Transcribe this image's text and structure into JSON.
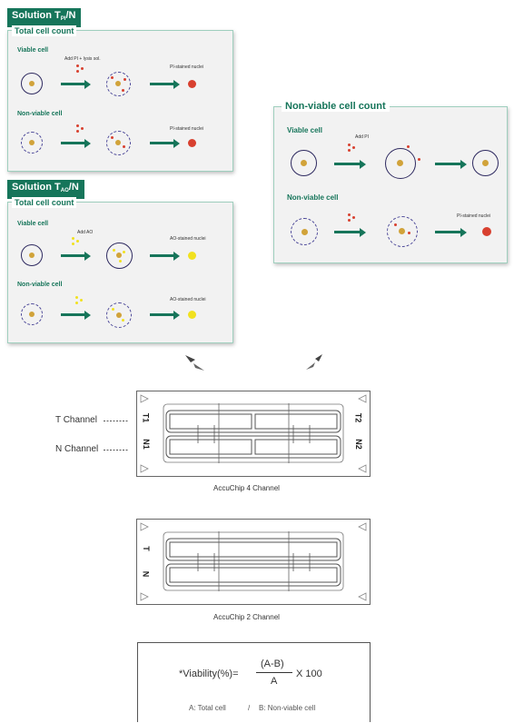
{
  "pi_solution": {
    "tag_main": "Solution T",
    "tag_sub": "PI",
    "tag_tail": "/N",
    "panel_title": "Total cell count",
    "rows": [
      {
        "label": "Viable cell",
        "reagent": "Add PI + lysis sol.",
        "result": "PI-stained nuclei"
      },
      {
        "label": "Non-viable cell",
        "reagent": "",
        "result": "PI-stained nuclei"
      }
    ]
  },
  "ao_solution": {
    "tag_main": "Solution T",
    "tag_sub": "AO",
    "tag_tail": "/N",
    "panel_title": "Total cell count",
    "rows": [
      {
        "label": "Viable cell",
        "reagent": "Add AO",
        "result": "AO-stained nuclei"
      },
      {
        "label": "Non-viable cell",
        "reagent": "",
        "result": "AO-stained nuclei"
      }
    ]
  },
  "nonviable_panel": {
    "panel_title": "Non-viable cell count",
    "rows": [
      {
        "label": "Viable cell",
        "reagent": "Add PI",
        "result": ""
      },
      {
        "label": "Non-viable cell",
        "reagent": "",
        "result": "PI-stained nuclei"
      }
    ]
  },
  "chip4": {
    "t_channel_label": "T Channel",
    "n_channel_label": "N Channel",
    "t1": "T1",
    "n1": "N1",
    "t2": "T2",
    "n2": "N2",
    "caption": "AccuChip 4 Channel"
  },
  "chip2": {
    "t": "T",
    "n": "N",
    "caption": "AccuChip 2 Channel"
  },
  "formula": {
    "lhs": "*Viability(%)=",
    "numerator": "(A-B)",
    "denominator": "A",
    "multiplier": "X 100",
    "legend_a": "A: Total cell",
    "separator": "/",
    "legend_b": "B: Non-viable cell"
  },
  "colors": {
    "accent_green": "#16755a",
    "panel_bg": "#f2f2f2",
    "cell_outline": "#2e2a60",
    "nucleus": "#d1a33a",
    "pi_red": "#d8402f",
    "ao_yellow": "#f1e11f"
  }
}
